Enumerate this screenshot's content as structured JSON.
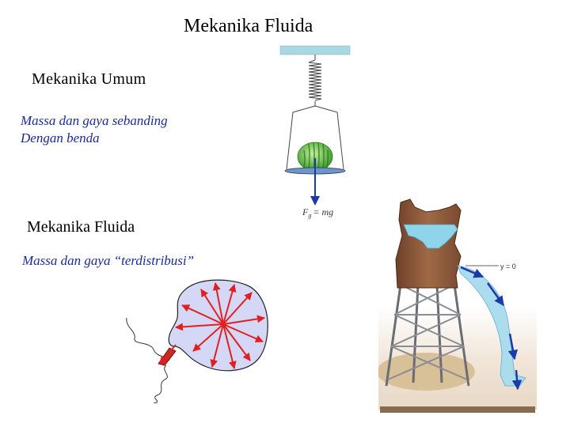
{
  "slide": {
    "title": "Mekanika Fluida",
    "section1": {
      "heading": "Mekanika Umum",
      "line1": "Massa dan gaya sebanding",
      "line2": "Dengan benda"
    },
    "section2": {
      "heading": "Mekanika Fluida",
      "text": "Massa dan gaya “terdistribusi”"
    }
  },
  "figures": {
    "scale": {
      "force_label_f": "F",
      "force_label_sub": "g",
      "force_label_rhs": "= mg"
    },
    "tower": {
      "level_label": "y = 0"
    }
  },
  "colors": {
    "body_text_blue": "#1a2a9a",
    "arrow_red": "#e02020",
    "arrow_blue": "#1a3aa8",
    "fluid_fill": "#d4d8f6",
    "water": "#8fd4ea",
    "wood": "#8a5a3c"
  }
}
